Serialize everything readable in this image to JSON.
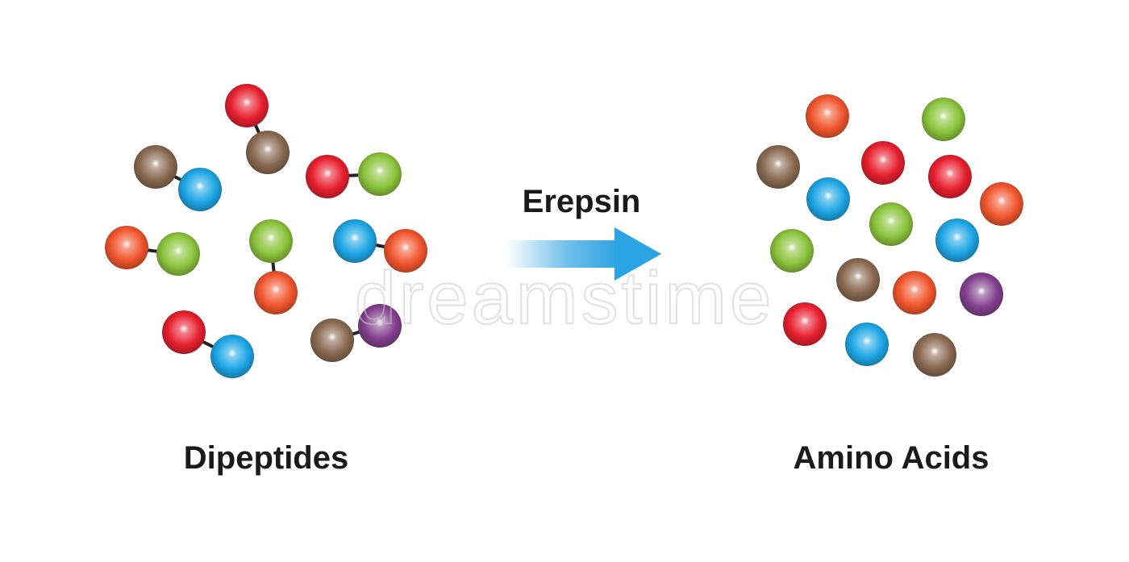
{
  "labels": {
    "left": "Dipeptides",
    "right": "Amino Acids",
    "enzyme": "Erepsin"
  },
  "watermark": "dreamstime",
  "colors": {
    "red": "#e8202f",
    "brown": "#8a6a52",
    "blue": "#1ea6e6",
    "green": "#8cc43c",
    "orange": "#f1562e",
    "purple": "#84418f",
    "bond": "#222222",
    "arrow": "#2ca3e2"
  },
  "dipeptides": [
    [
      "red",
      "brown"
    ],
    [
      "brown",
      "blue"
    ],
    [
      "red",
      "green"
    ],
    [
      "orange",
      "green"
    ],
    [
      "green",
      "orange"
    ],
    [
      "blue",
      "orange"
    ],
    [
      "red",
      "blue"
    ],
    [
      "brown",
      "purple"
    ]
  ],
  "amino_acids": [
    "orange",
    "green",
    "brown",
    "red",
    "red",
    "blue",
    "orange",
    "green",
    "green",
    "blue",
    "brown",
    "orange",
    "purple",
    "red",
    "blue",
    "brown"
  ]
}
